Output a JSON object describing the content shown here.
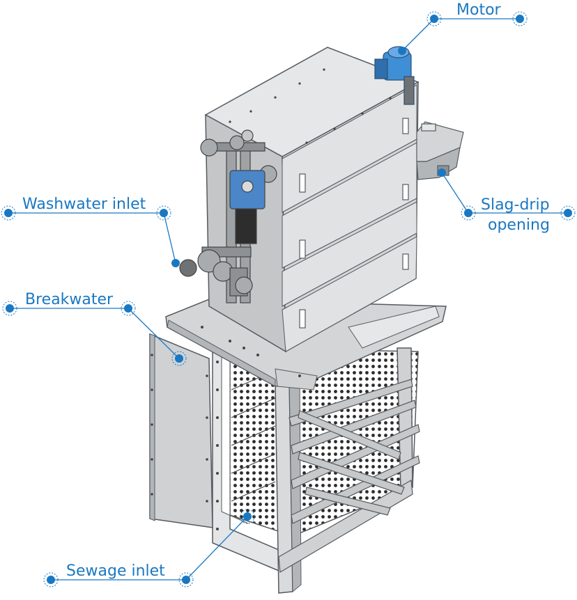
{
  "diagram": {
    "accent_color": "#1a78c2",
    "machine_colors": {
      "body": "#cfd1d3",
      "body_dark": "#a9acaf",
      "edge": "#555a5e",
      "motor": "#3f8fd6",
      "valve_plate": "#4a86c8"
    },
    "labels": {
      "motor": "Motor",
      "washwater_inlet": "Washwater inlet",
      "slag_drip_line1": "Slag-drip",
      "slag_drip_line2": "opening",
      "breakwater": "Breakwater",
      "sewage_inlet": "Sewage inlet"
    }
  }
}
